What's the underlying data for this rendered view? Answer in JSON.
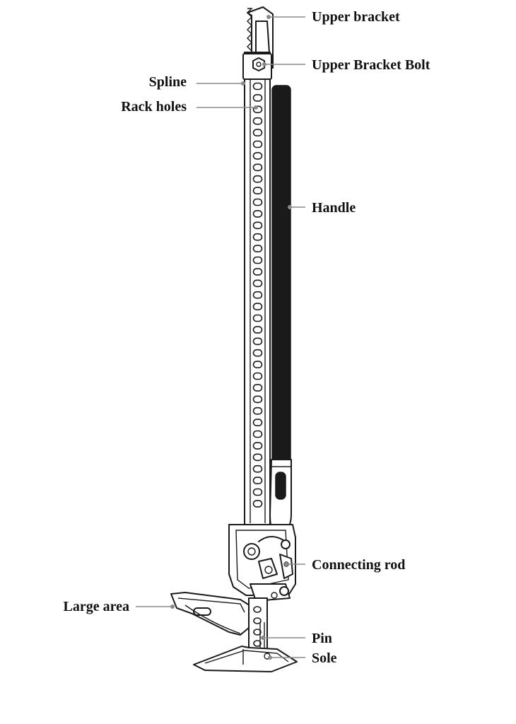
{
  "labels": {
    "upper_bracket": "Upper bracket",
    "upper_bracket_bolt": "Upper Bracket Bolt",
    "spline": "Spline",
    "rack_holes": "Rack holes",
    "handle": "Handle",
    "connecting_rod": "Connecting rod",
    "large_area": "Large area",
    "pin": "Pin",
    "sole": "Sole"
  },
  "colors": {
    "ink": "#1a1a1a",
    "leader": "#8a8a8a",
    "background": "#ffffff"
  }
}
